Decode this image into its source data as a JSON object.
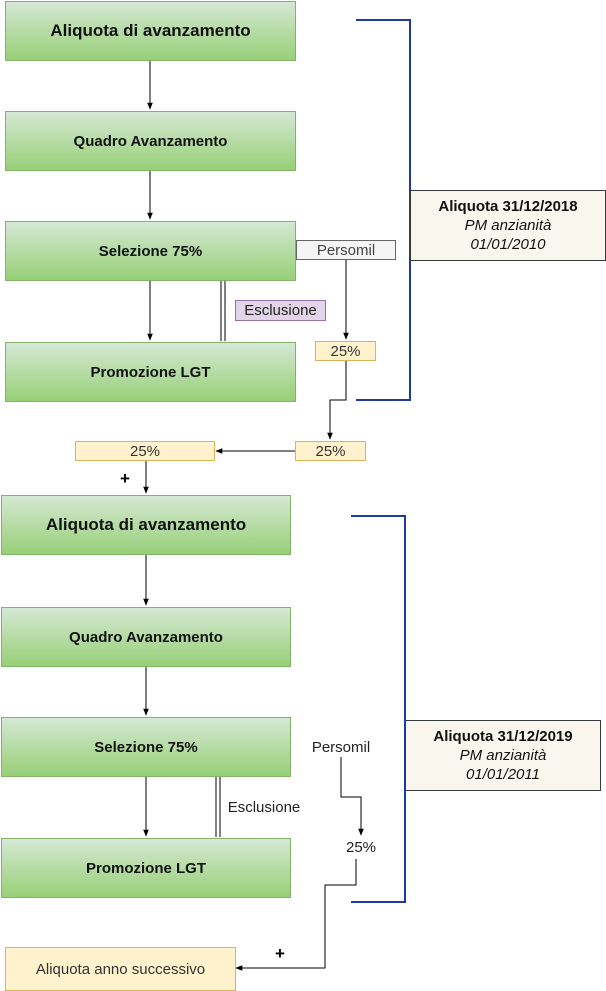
{
  "top": {
    "aliquota": "Aliquota di avanzamento",
    "quadro": "Quadro Avanzamento",
    "selezione": "Selezione 75%",
    "promozione": "Promozione LGT",
    "persomil": "Persomil",
    "esclusione": "Esclusione",
    "pct_inner": "25%",
    "note": {
      "title": "Aliquota 31/12/2018",
      "subtitle": "PM anzianità",
      "date": "01/01/2010"
    }
  },
  "transfer": {
    "pct_left": "25%",
    "pct_right": "25%",
    "plus": "+"
  },
  "bottom": {
    "aliquota": "Aliquota di avanzamento",
    "quadro": "Quadro Avanzamento",
    "selezione": "Selezione 75%",
    "promozione": "Promozione LGT",
    "persomil": "Persomil",
    "esclusione": "Esclusione",
    "pct_inner": "25%",
    "note": {
      "title": "Aliquota 31/12/2019",
      "subtitle": "PM anzianità",
      "date": "01/01/2011"
    },
    "plus": "+",
    "next": "Aliquota anno successivo"
  },
  "colors": {
    "bracket": "#1f3aa5",
    "arrow": "#000000"
  }
}
